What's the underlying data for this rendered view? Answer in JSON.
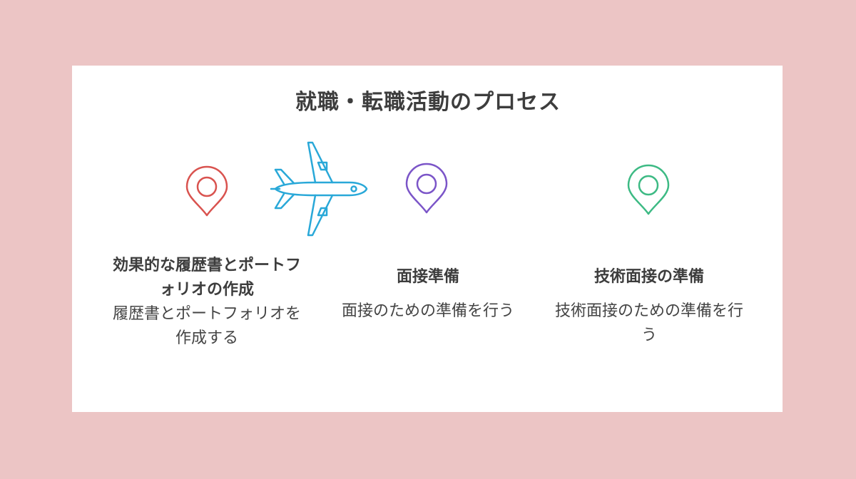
{
  "title": "就職・転職活動のプロセス",
  "steps": [
    {
      "title": "効果的な履歴書とポートフォリオの作成",
      "description": "履歴書とポートフォリオを作成する",
      "color": "#d9534f",
      "icon": "map-pin-icon"
    },
    {
      "title": "面接準備",
      "description": "面接のための準備を行う",
      "color": "#7b55c8",
      "icon": "map-pin-icon"
    },
    {
      "title": "技術面接の準備",
      "description": "技術面接のための準備を行う",
      "color": "#3dba84",
      "icon": "map-pin-icon"
    }
  ],
  "traveler": {
    "icon": "airplane-icon",
    "color": "#29a8d8"
  }
}
